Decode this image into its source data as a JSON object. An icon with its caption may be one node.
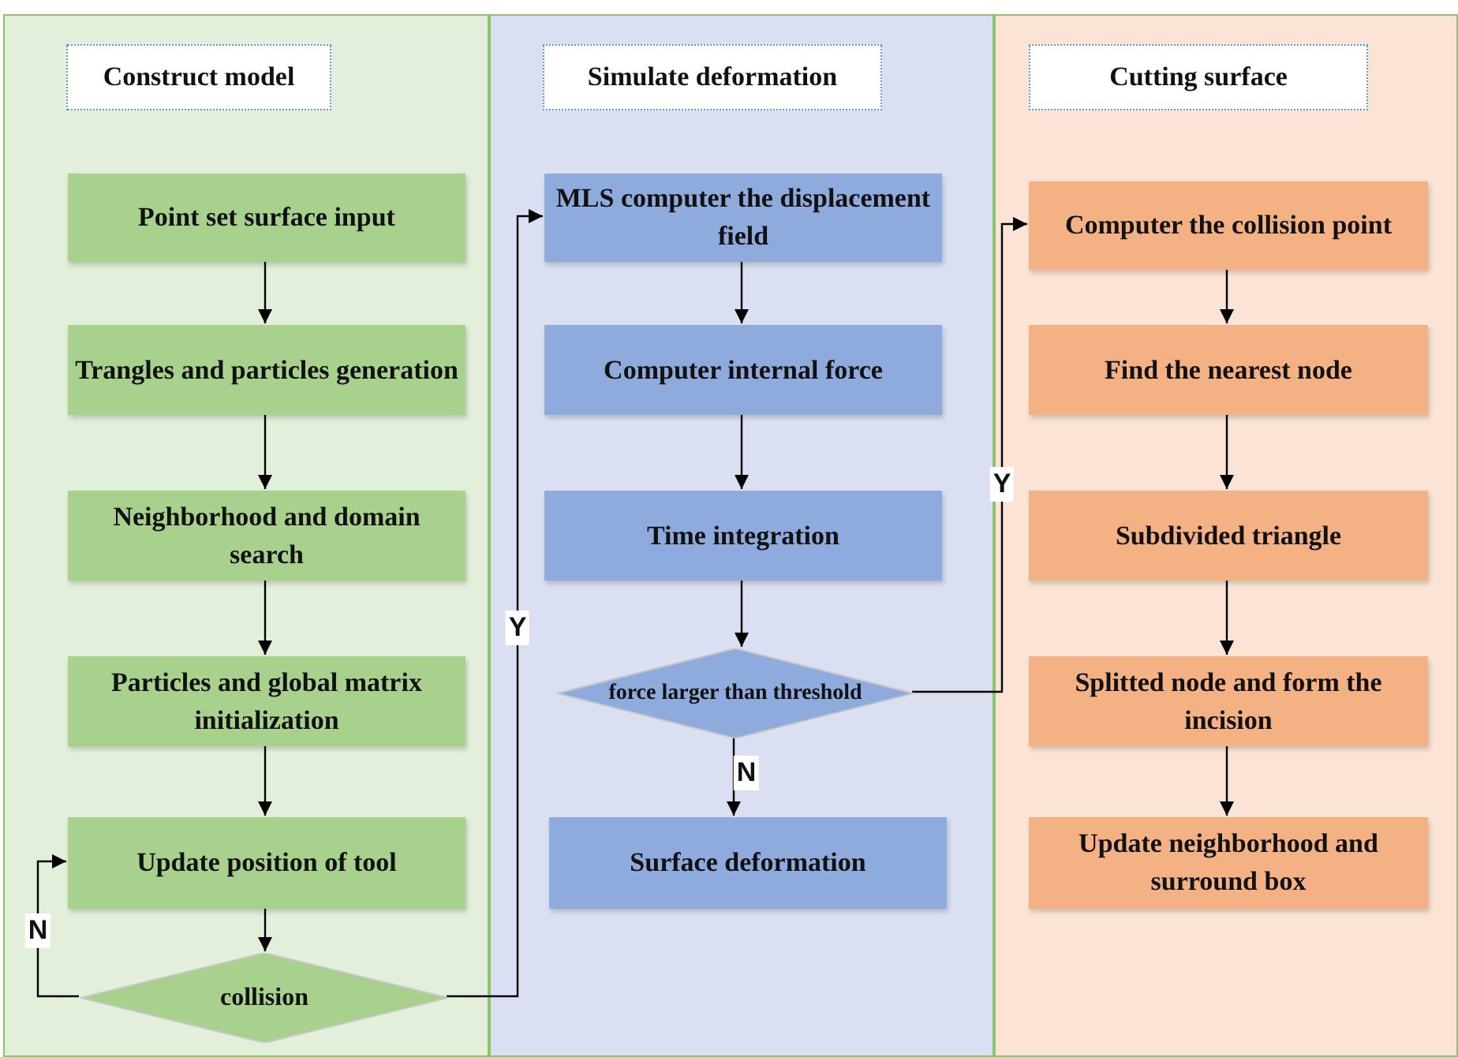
{
  "diagram": {
    "nodes": [
      {
        "text": [
          "Construct model"
        ]
      },
      {
        "text": [
          "Point set surface input"
        ],
        "in": 0
      },
      {
        "text": [
          "Trangles and particles generation"
        ],
        "in": 0
      },
      {
        "text": [
          "Neighborhood and domain search"
        ],
        "in": 0
      },
      {
        "text": [
          "Particles and global matrix initialization"
        ],
        "in": 0
      },
      {
        "text": [
          "Update position of tool"
        ],
        "in": 0
      },
      {
        "text": [
          "collision"
        ],
        "in": 0
      },
      {
        "text": [
          "Simulate deformation"
        ]
      },
      {
        "text": [
          "MLS computer the displacement field"
        ],
        "in": 7
      },
      {
        "text": [
          "Computer internal force"
        ],
        "in": 7
      },
      {
        "text": [
          "Time integration"
        ],
        "in": 7
      },
      {
        "text": [
          "force larger than threshold"
        ],
        "in": 7
      },
      {
        "text": [
          "Surface deformation"
        ],
        "in": 7
      },
      {
        "text": [
          "Cutting surface"
        ]
      },
      {
        "text": [
          "Computer the collision point"
        ],
        "in": 13
      },
      {
        "text": [
          "Find the nearest node"
        ],
        "in": 13
      },
      {
        "text": [
          "Subdivided triangle"
        ],
        "in": 13
      },
      {
        "text": [
          "Splitted node and form the incision"
        ],
        "in": 13
      },
      {
        "text": [
          "Update neighborhood and surround box"
        ],
        "in": 13
      }
    ],
    "edges": [
      {
        "from": 1,
        "to": 2,
        "arrow": "to"
      },
      {
        "from": 2,
        "to": 3,
        "arrow": "to"
      },
      {
        "from": 3,
        "to": 4,
        "arrow": "to"
      },
      {
        "from": 4,
        "to": 5,
        "arrow": "to"
      },
      {
        "from": 5,
        "to": 6,
        "arrow": "to"
      },
      {
        "from": 6,
        "to": 5,
        "arrow": "to",
        "label": "N"
      },
      {
        "from": 6,
        "to": 8,
        "arrow": "to",
        "label": "Y"
      },
      {
        "from": 8,
        "to": 9,
        "arrow": "to"
      },
      {
        "from": 9,
        "to": 10,
        "arrow": "to"
      },
      {
        "from": 10,
        "to": 11,
        "arrow": "to"
      },
      {
        "from": 11,
        "to": 12,
        "arrow": "to",
        "label": "N"
      },
      {
        "from": 11,
        "to": 14,
        "arrow": "to",
        "label": "Y"
      },
      {
        "from": 14,
        "to": 15,
        "arrow": "to"
      },
      {
        "from": 15,
        "to": 16,
        "arrow": "to"
      },
      {
        "from": 16,
        "to": 17,
        "arrow": "to"
      },
      {
        "from": 17,
        "to": 18,
        "arrow": "to"
      }
    ]
  }
}
